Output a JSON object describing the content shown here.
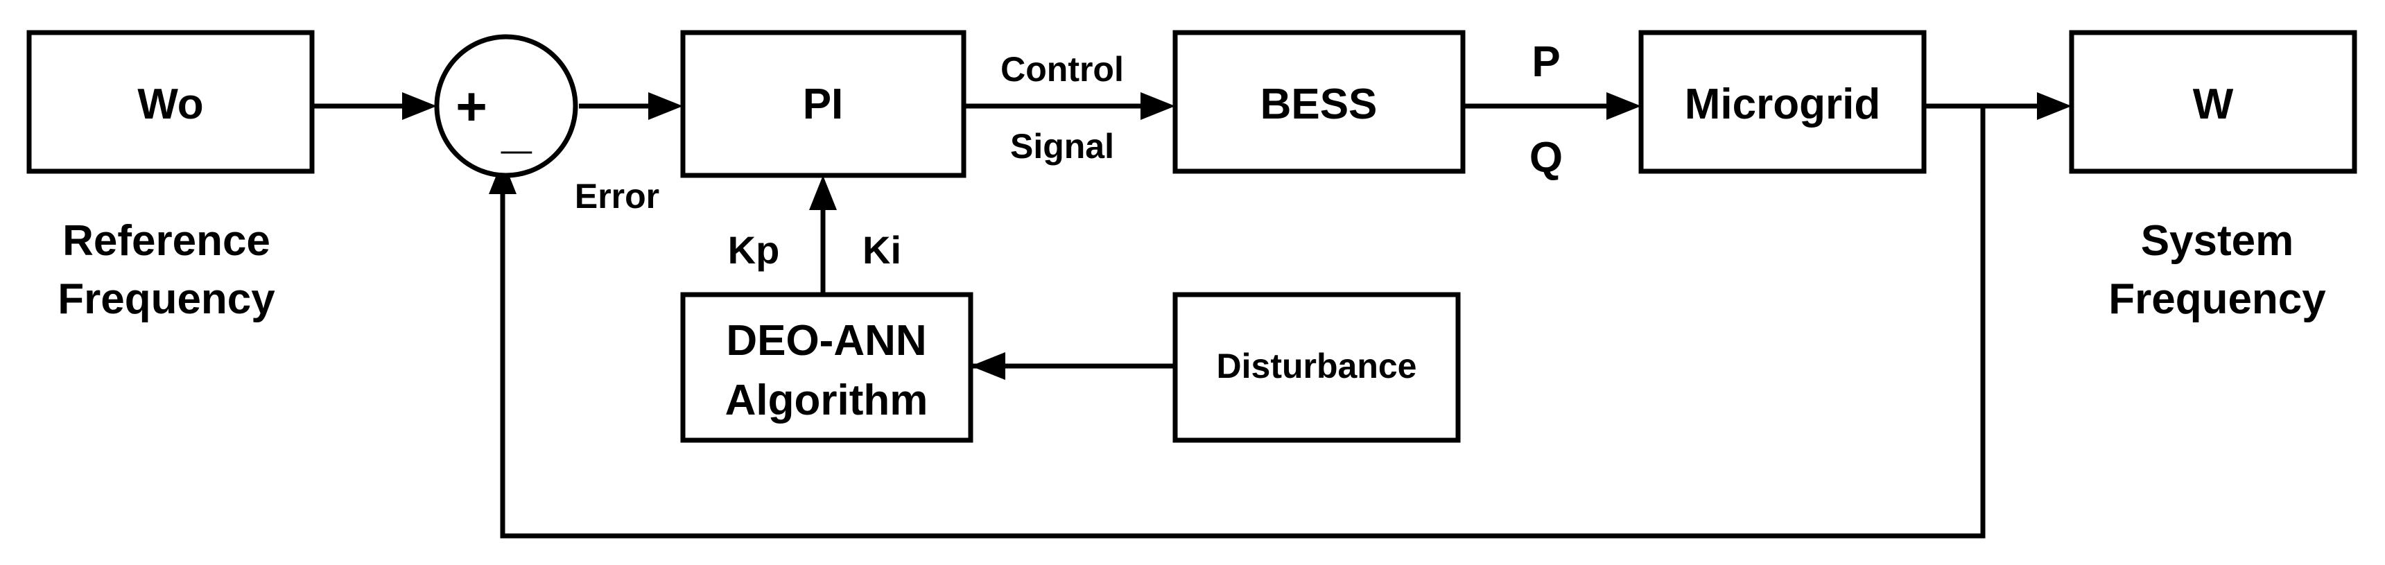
{
  "blocks": {
    "wo": "Wo",
    "pi": "PI",
    "bess": "BESS",
    "microgrid": "Microgrid",
    "w": "W",
    "deo_ann_line1": "DEO-ANN",
    "deo_ann_line2": "Algorithm",
    "disturbance": "Disturbance"
  },
  "summing_junction": {
    "plus": "+",
    "minus": "_"
  },
  "labels": {
    "reference_line1": "Reference",
    "reference_line2": "Frequency",
    "error": "Error",
    "control_line1": "Control",
    "control_line2": "Signal",
    "p": "P",
    "q": "Q",
    "kp": "Kp",
    "ki": "Ki",
    "system_line1": "System",
    "system_line2": "Frequency"
  },
  "colors": {
    "stroke": "#000000",
    "background": "#ffffff"
  }
}
